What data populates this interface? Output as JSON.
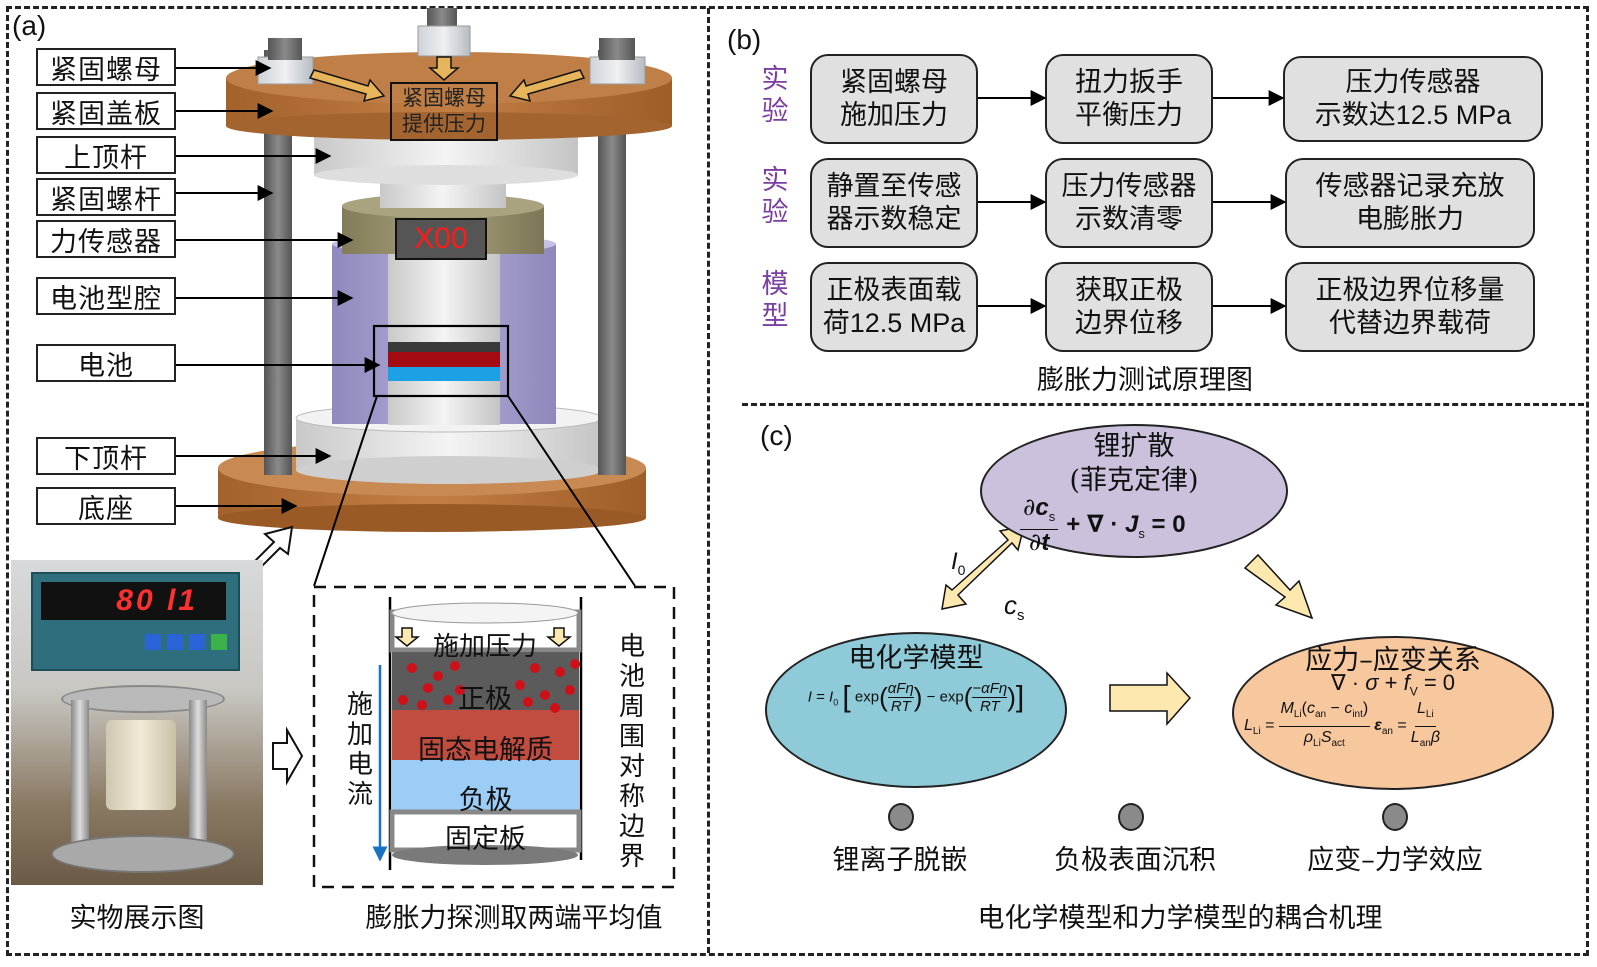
{
  "panel_a": {
    "label": "(a)",
    "component_labels": [
      "紧固螺母",
      "紧固盖板",
      "上顶杆",
      "紧固螺杆",
      "力传感器",
      "电池型腔",
      "电池",
      "下顶杆",
      "底座"
    ],
    "press_note_line1": "紧固螺母",
    "press_note_line2": "提供压力",
    "sensor_display": "X00",
    "photo_display": "80 l1",
    "photo_caption": "实物展示图",
    "cell_detail": {
      "apply_pressure": "施加压力",
      "cathode": "正极",
      "electrolyte": "固态电解质",
      "anode": "负极",
      "fixed_plate": "固定板",
      "current_label": "施加电流",
      "boundary_label": "电池周围对称边界",
      "caption": "膨胀力探测取两端平均值"
    }
  },
  "panel_b": {
    "label": "(b)",
    "rows": [
      {
        "tag": "实验",
        "steps": [
          [
            "紧固螺母",
            "施加压力"
          ],
          [
            "扭力扳手",
            "平衡压力"
          ],
          [
            "压力传感器",
            "示数达12.5 MPa"
          ]
        ]
      },
      {
        "tag": "实验",
        "steps": [
          [
            "静置至传感",
            "器示数稳定"
          ],
          [
            "压力传感器",
            "示数清零"
          ],
          [
            "传感器记录充放",
            "电膨胀力"
          ]
        ]
      },
      {
        "tag": "模型",
        "steps": [
          [
            "正极表面载",
            "荷12.5 MPa"
          ],
          [
            "获取正极",
            "边界位移"
          ],
          [
            "正极边界位移量",
            "代替边界载荷"
          ]
        ]
      }
    ],
    "caption": "膨胀力测试原理图"
  },
  "panel_c": {
    "label": "(c)",
    "diffusion": {
      "title1": "锂扩散",
      "title2": "(菲克定律)",
      "equation": "∂cₛ/∂t + ∇ · Jₛ = 0"
    },
    "electrochem": {
      "title": "电化学模型",
      "equation": "I = I₀[exp(αFη/RT) − exp(−αFη/RT)]"
    },
    "mechanics": {
      "title": "应力–应变关系",
      "equation1": "∇ · σ + f_V = 0",
      "equation2": "L_Li = M_Li(c_an − c_int)/(ρ_Li S_act)   ε_an = L_Li/(L_an β)"
    },
    "arrow_labels": {
      "top": "I0",
      "bottom": "cs"
    },
    "effects": [
      "锂离子脱嵌",
      "负极表面沉积",
      "应变–力学效应"
    ],
    "caption": "电化学模型和力学模型的耦合机理"
  },
  "colors": {
    "plate": "#b8733a",
    "rod": "#6a6a6a",
    "cavity": "#a9a3d1",
    "sensor": "#9b9470",
    "diffusion_fill": "#cbc1dc",
    "electrochem_fill": "#8ecad7",
    "mechanics_fill": "#f7c79d",
    "arrow_fill": "#fde8b0",
    "tag_purple": "#7b3fa0",
    "box_fill": "#e0e0e0"
  }
}
